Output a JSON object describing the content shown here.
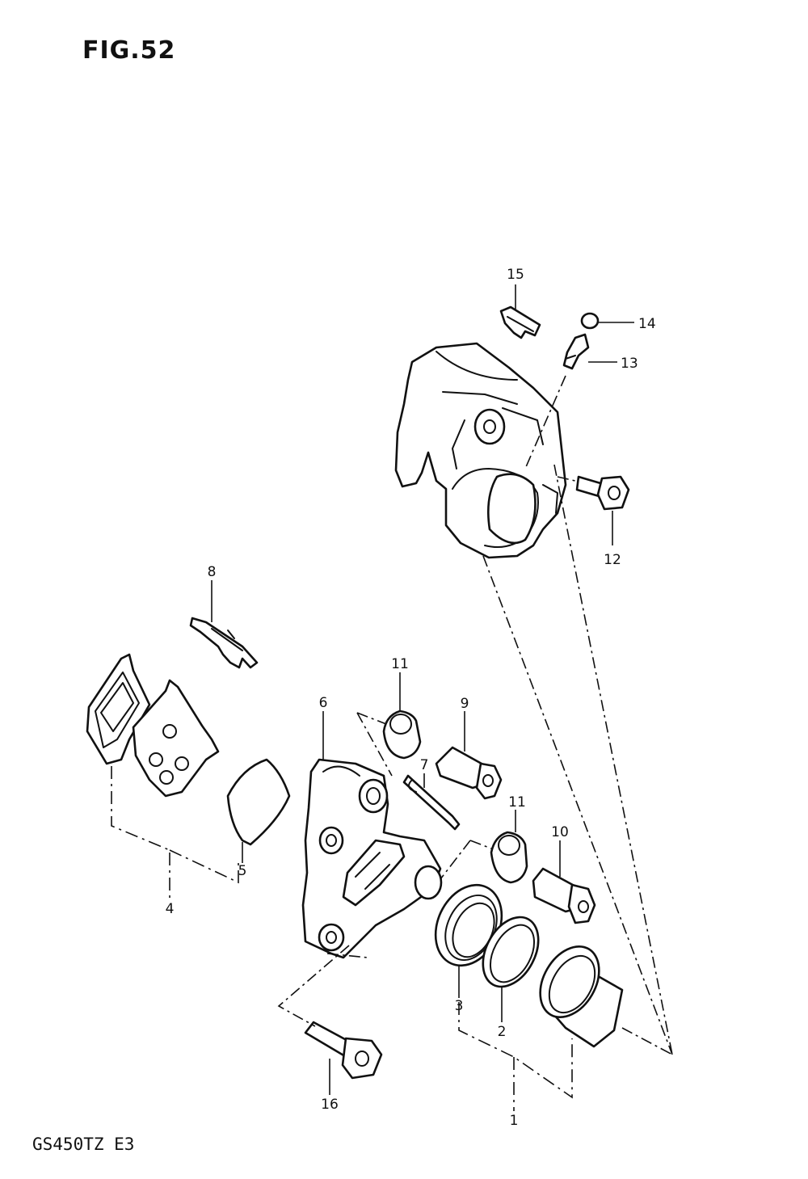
{
  "figure": {
    "title": "FIG.52",
    "model_code": "GS450TZ E3"
  },
  "callouts": [
    {
      "id": "1",
      "label": "1"
    },
    {
      "id": "2",
      "label": "2"
    },
    {
      "id": "3",
      "label": "3"
    },
    {
      "id": "4",
      "label": "4"
    },
    {
      "id": "5",
      "label": "5"
    },
    {
      "id": "6",
      "label": "6"
    },
    {
      "id": "7",
      "label": "7"
    },
    {
      "id": "8",
      "label": "8"
    },
    {
      "id": "9",
      "label": "9"
    },
    {
      "id": "10",
      "label": "10"
    },
    {
      "id": "11a",
      "label": "11"
    },
    {
      "id": "11b",
      "label": "11"
    },
    {
      "id": "12",
      "label": "12"
    },
    {
      "id": "13",
      "label": "13"
    },
    {
      "id": "14",
      "label": "14"
    },
    {
      "id": "15",
      "label": "15"
    },
    {
      "id": "16",
      "label": "16"
    }
  ]
}
